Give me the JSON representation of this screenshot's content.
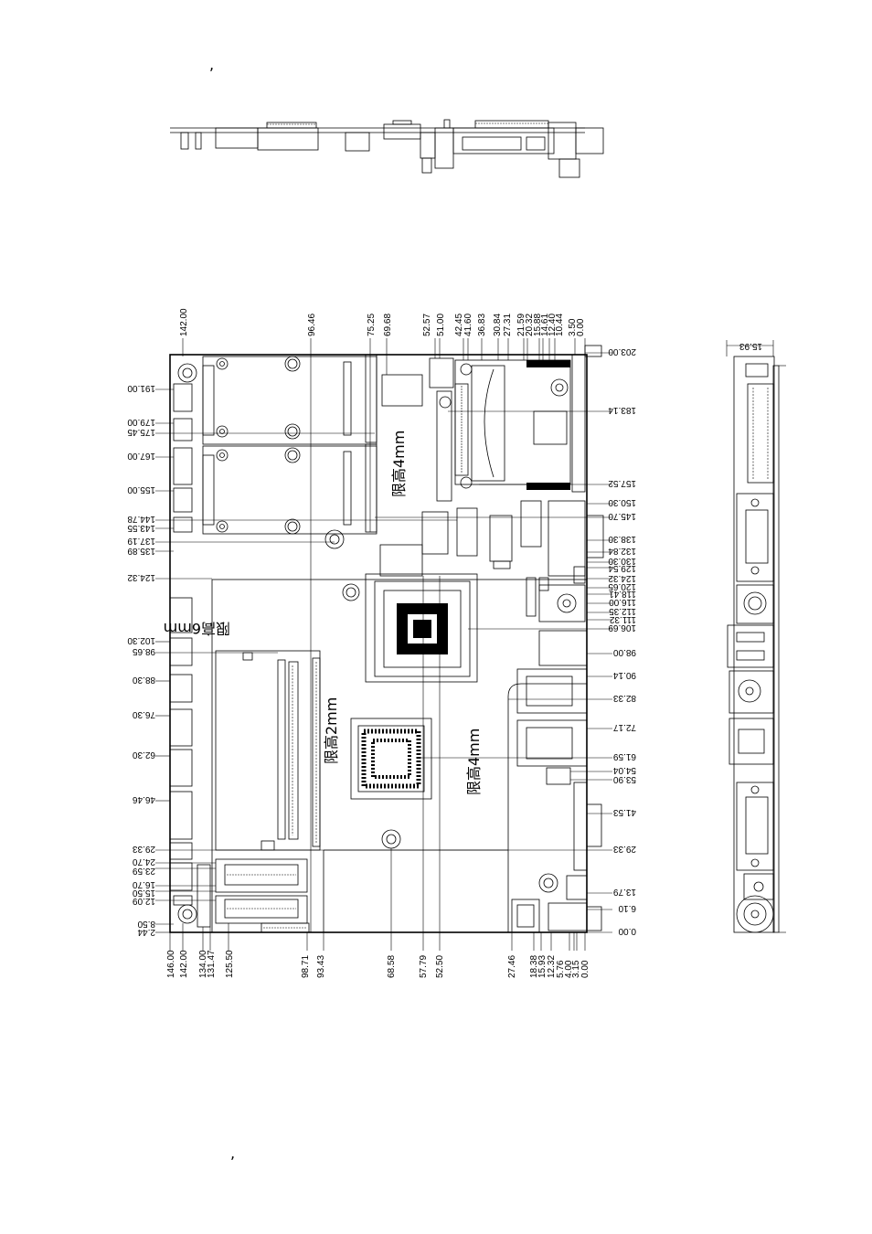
{
  "marks": {
    "top": ",",
    "bottom": ","
  },
  "board_labels": {
    "height_upper": "限高4mm",
    "height_sodimm": "限高6mm",
    "height_cpu": "限高2mm",
    "height_lower": "限高4mm"
  },
  "dims_top": [
    "142.00",
    "96.46",
    "75.25",
    "69.68",
    "52.57",
    "51.00",
    "42.45",
    "41.60",
    "36.83",
    "30.84",
    "27.31",
    "21.59",
    "20.32",
    "15.88",
    "14.61",
    "12.40",
    "10.44",
    "3.50",
    "0.00"
  ],
  "dims_left": [
    "191.00",
    "179.00",
    "175.45",
    "167.00",
    "155.00",
    "144.78",
    "143.55",
    "137.19",
    "135.89",
    "124.32",
    "102.30",
    "98.65",
    "88.30",
    "76.30",
    "62.30",
    "46.46",
    "29.33",
    "24.70",
    "23.59",
    "16.70",
    "15.50",
    "12.09",
    "8.50",
    "2.44"
  ],
  "dims_right": [
    "203.00",
    "183.14",
    "157.52",
    "150.30",
    "145.70",
    "138.30",
    "132.84",
    "130.30",
    "129.54",
    "124.32",
    "120.65",
    "118.41",
    "116.00",
    "112.35",
    "111.32",
    "106.69",
    "98.00",
    "90.14",
    "82.33",
    "72.17",
    "61.59",
    "54.04",
    "53.90",
    "41.53",
    "29.33",
    "13.79",
    "6.10",
    "0.00"
  ],
  "dims_bottom": [
    "146.00",
    "142.00",
    "134.00",
    "131.47",
    "125.50",
    "98.71",
    "93.43",
    "68.58",
    "57.79",
    "52.50",
    "27.46",
    "18.38",
    "15.93",
    "12.32",
    "5.76",
    "4.00",
    "3.15",
    "0.00"
  ],
  "dims_side": [
    "15.93"
  ]
}
